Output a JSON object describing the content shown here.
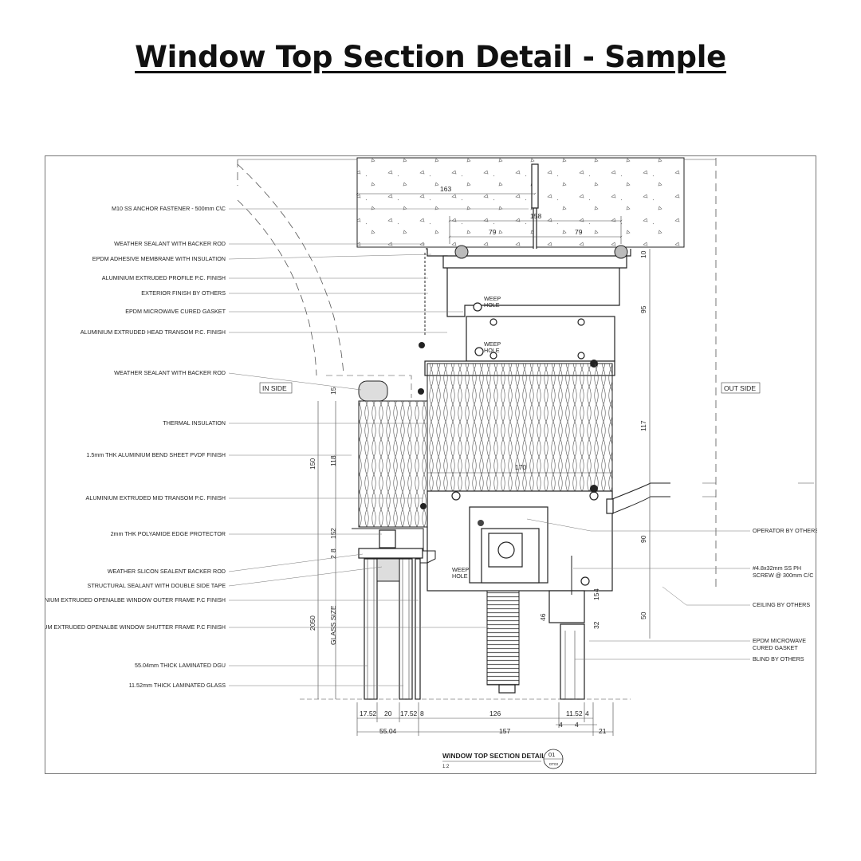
{
  "title": "Window Top Section Detail - Sample",
  "drawing": {
    "callouts_left": [
      "M10 SS ANCHOR FASTENER - 500mm C\\C",
      "WEATHER SEALANT WITH BACKER ROD",
      "EPDM ADHESIVE MEMBRANE WITH INSULATION",
      "ALUMINIUM EXTRUDED PROFILE P.C. FINISH",
      "EXTERIOR FINISH BY OTHERS",
      "EPDM MICROWAVE CURED GASKET",
      "ALUMINIUM EXTRUDED HEAD TRANSOM P.C. FINISH",
      "WEATHER SEALANT WITH BACKER ROD",
      "THERMAL INSULATION",
      "1.5mm THK ALUMINIUM BEND SHEET PVDF FINISH",
      "ALUMINIUM EXTRUDED MID TRANSOM P.C. FINISH",
      "2mm THK POLYAMIDE EDGE PROTECTOR",
      "WEATHER SLICON SEALENT BACKER ROD",
      "STRUCTURAL SEALANT WITH DOUBLE SIDE TAPE",
      "ALUMINIUM EXTRUDED OPENALBE WINDOW OUTER FRAME P.C FINISH",
      "ALUMINIUM EXTRUDED OPENALBE WINDOW SHUTTER FRAME P.C FINISH",
      "55.04mm THICK LAMINATED DGU",
      "11.52mm THICK LAMINATED GLASS"
    ],
    "callouts_right": {
      "operator": "OPERATOR BY OTHERS",
      "screw_line1": "#4.8x32mm SS PH",
      "screw_line2": "SCREW @ 300mm C/C",
      "ceiling": "CEILING BY OTHERS",
      "gasket_line1": "EPDM MICROWAVE",
      "gasket_line2": "CURED GASKET",
      "blind": "BLIND BY OTHERS"
    },
    "in_side": "IN SIDE",
    "out_side": "OUT SIDE",
    "weep_hole_line1": "WEEP",
    "weep_hole_line2": "HOLE",
    "dimensions": {
      "d163": "163",
      "d158": "158",
      "d79a": "79",
      "d79b": "79",
      "d10": "10",
      "d95": "95",
      "d117": "117",
      "d170": "170",
      "d90": "90",
      "d50": "50",
      "d15": "15",
      "d150": "150",
      "d118": "118",
      "d15b": "15",
      "d2": "2",
      "d8": "8",
      "d2b": "2",
      "d2050": "2050",
      "glass_size": "GLASS SIZE",
      "d46": "46",
      "d32": "32",
      "d15c": "15",
      "d4": "4",
      "b1752a": "17.52",
      "b20": "20",
      "b1752b": "17.52",
      "b8": "8",
      "b126": "126",
      "b1152": "11.52",
      "b4": "4",
      "b4a": "4",
      "b4b": "4",
      "b5504": "55.04",
      "b157": "157",
      "b21": "21"
    },
    "titleblock": {
      "name": "WINDOW TOP SECTION DETAIL",
      "scale": "1:2",
      "number": "01",
      "sheet": "DT03"
    }
  }
}
